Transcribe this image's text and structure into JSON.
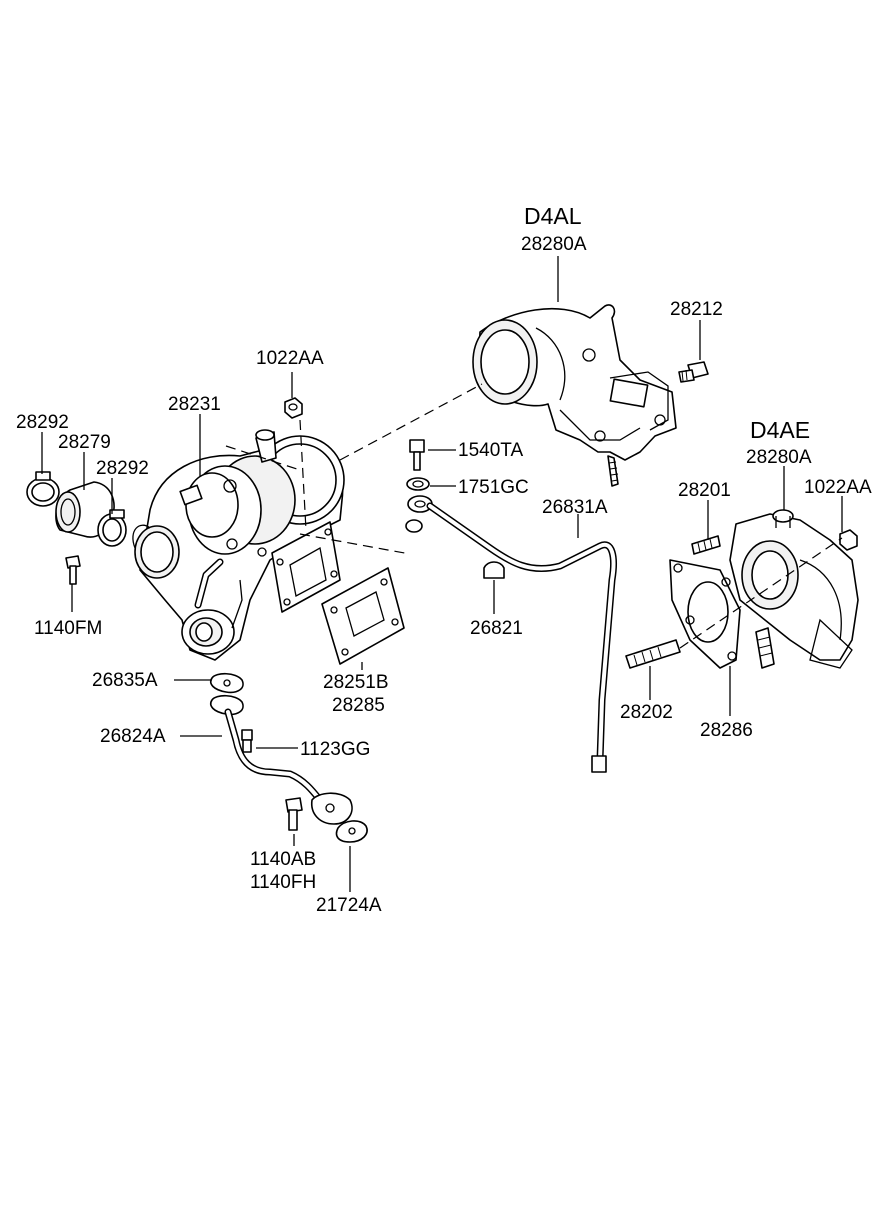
{
  "engine_variants": {
    "d4al": "D4AL",
    "d4ae": "D4AE"
  },
  "part_numbers": {
    "d4al_outlet": "28280A",
    "d4al_bolt": "28212",
    "nut_top": "1022AA",
    "turbocharger": "28231",
    "clamp_left": "28292",
    "hose": "28279",
    "clamp_right": "28292",
    "bolt_1540": "1540TA",
    "gasket_1751": "1751GC",
    "oil_feed_pipe": "26831A",
    "bolt_1140fm": "1140FM",
    "clip": "26821",
    "gasket_26835": "26835A",
    "gasket_a": "28251B",
    "gasket_b": "28285",
    "oil_return_pipe": "26824A",
    "bolt_1123": "1123GG",
    "bolt_1140ab": "1140AB",
    "bolt_1140fh": "1140FH",
    "gasket_21724": "21724A",
    "d4ae_outlet": "28280A",
    "stud_28201": "28201",
    "nut_d4ae": "1022AA",
    "stud_28202": "28202",
    "gasket_28286": "28286"
  }
}
